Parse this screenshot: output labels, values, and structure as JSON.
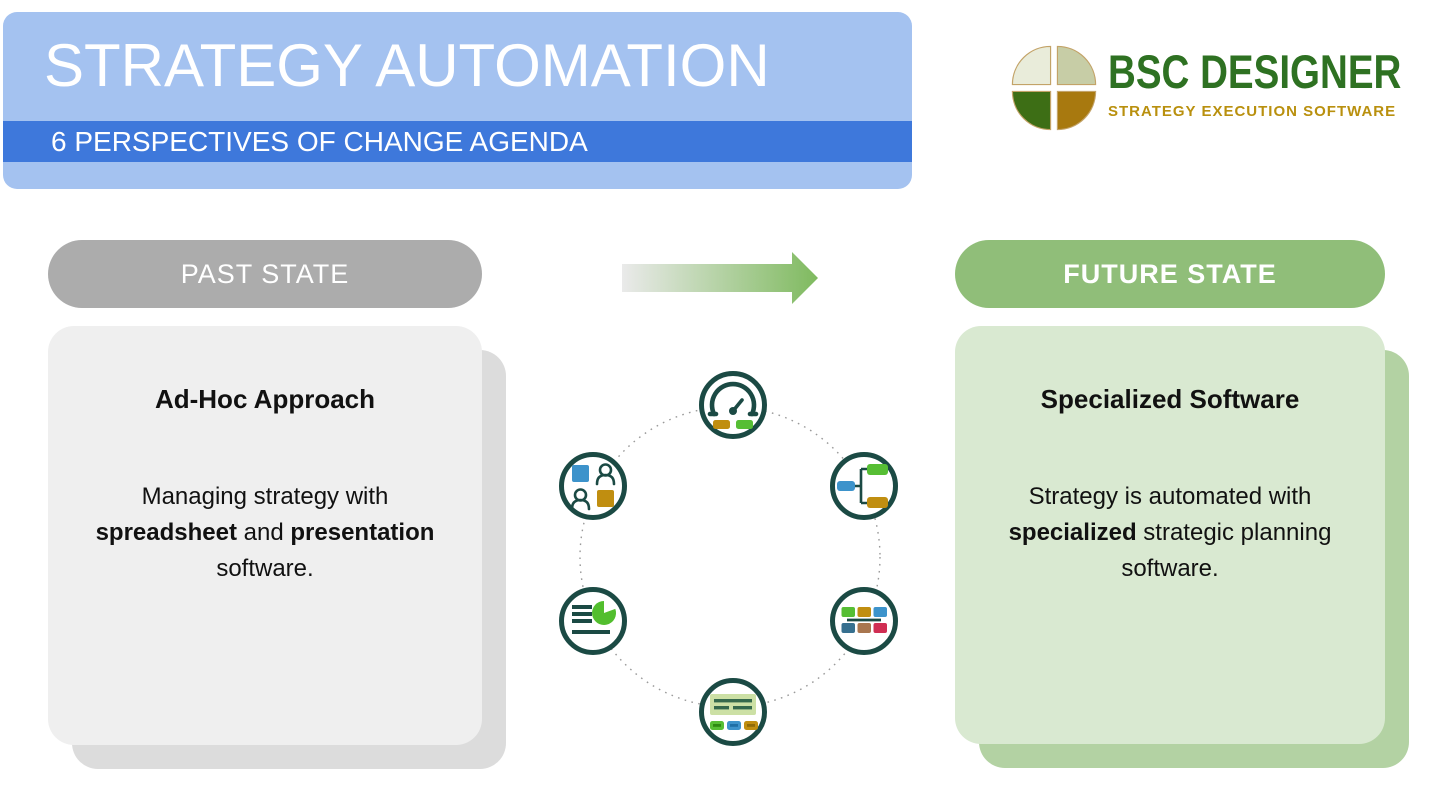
{
  "header": {
    "title": "STRATEGY AUTOMATION",
    "subtitle": "6 PERSPECTIVES OF CHANGE AGENDA"
  },
  "logo": {
    "brand": "BSC DESIGNER",
    "tagline": "STRATEGY EXECUTION SOFTWARE"
  },
  "past": {
    "label": "PAST STATE",
    "heading": "Ad-Hoc Approach",
    "body": {
      "t1": "Managing strategy with",
      "b1": "spreadsheet",
      "t2": " and ",
      "b2": "presentation",
      "t3": "software."
    }
  },
  "future": {
    "label": "FUTURE STATE",
    "heading": "Specialized Software",
    "body": {
      "t1": "Strategy is automated with",
      "b1": "specialized",
      "t2": " strategic planning",
      "t3": "software."
    }
  },
  "icons": [
    "kpi-gauge-icon",
    "org-chart-icon",
    "tile-board-icon",
    "strategy-map-icon",
    "report-pie-icon",
    "team-icon"
  ],
  "colors": {
    "header_light_blue": "#A4C2F0",
    "header_dark_blue": "#3E78DB",
    "past_pill_gray": "#ACACAC",
    "past_card_gray": "#EFEFEF",
    "past_card_shadow": "#DCDCDC",
    "future_pill_green": "#90BE79",
    "future_card_green": "#D9E9D1",
    "future_card_shadow": "#B3D2A3",
    "icon_ring_teal": "#1B4A44",
    "icon_blue": "#3D93CB",
    "icon_green": "#56BE34",
    "icon_gold": "#C08E10",
    "icon_brown": "#A9764F",
    "icon_crimson": "#D02E53",
    "icon_steel_blue": "#37708F",
    "brand_green": "#2E7122",
    "brand_gold": "#B9900E",
    "arrow_gradient_start": "#EAEAEA",
    "arrow_gradient_end": "#7FBA5F"
  }
}
